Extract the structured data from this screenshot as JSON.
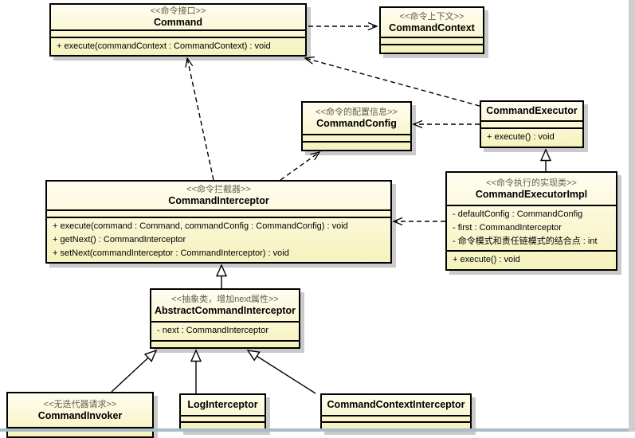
{
  "diagram": {
    "classes": {
      "command": {
        "stereotype": "<<命令接口>>",
        "name": "Command",
        "attributes": [],
        "methods": [
          "+ execute(commandContext : CommandContext) : void"
        ]
      },
      "commandContext": {
        "stereotype": "<<命令上下文>>",
        "name": "CommandContext",
        "attributes": [],
        "methods": []
      },
      "commandConfig": {
        "stereotype": "<<命令的配置信息>>",
        "name": "CommandConfig",
        "attributes": [],
        "methods": []
      },
      "commandExecutor": {
        "stereotype": "",
        "name": "CommandExecutor",
        "attributes": [],
        "methods": [
          "+ execute() : void"
        ]
      },
      "commandInterceptor": {
        "stereotype": "<<命令拦截器>>",
        "name": "CommandInterceptor",
        "attributes": [],
        "methods": [
          "+ execute(command : Command, commandConfig : CommandConfig) : void",
          "+ getNext() : CommandInterceptor",
          "+ setNext(commandInterceptor : CommandInterceptor) : void"
        ]
      },
      "commandExecutorImpl": {
        "stereotype": "<<命令执行的实现类>>",
        "name": "CommandExecutorImpl",
        "attributes": [
          "- defaultConfig : CommandConfig",
          "- first : CommandInterceptor",
          "- 命令模式和责任链模式的结合点 : int"
        ],
        "methods": [
          "+ execute() : void"
        ]
      },
      "abstractCommandInterceptor": {
        "stereotype": "<<抽象类，增加next属性>>",
        "name": "AbstractCommandInterceptor",
        "attributes": [
          "- next : CommandInterceptor"
        ],
        "methods": []
      },
      "commandInvoker": {
        "stereotype": "<<无迭代器请求>>",
        "name": "CommandInvoker",
        "attributes": [],
        "methods": []
      },
      "logInterceptor": {
        "stereotype": "",
        "name": "LogInterceptor",
        "attributes": [],
        "methods": []
      },
      "commandContextInterceptor": {
        "stereotype": "",
        "name": "CommandContextInterceptor",
        "attributes": [],
        "methods": []
      }
    },
    "relationships": [
      {
        "from": "Command",
        "to": "CommandContext",
        "type": "dependency"
      },
      {
        "from": "CommandInterceptor",
        "to": "Command",
        "type": "dependency"
      },
      {
        "from": "CommandExecutor",
        "to": "Command",
        "type": "dependency"
      },
      {
        "from": "CommandExecutor",
        "to": "CommandConfig",
        "type": "dependency"
      },
      {
        "from": "CommandInterceptor",
        "to": "CommandConfig",
        "type": "dependency"
      },
      {
        "from": "CommandExecutorImpl",
        "to": "CommandInterceptor",
        "type": "dependency"
      },
      {
        "from": "CommandExecutorImpl",
        "to": "CommandExecutor",
        "type": "generalization"
      },
      {
        "from": "AbstractCommandInterceptor",
        "to": "CommandInterceptor",
        "type": "generalization"
      },
      {
        "from": "CommandInvoker",
        "to": "AbstractCommandInterceptor",
        "type": "generalization"
      },
      {
        "from": "LogInterceptor",
        "to": "AbstractCommandInterceptor",
        "type": "generalization"
      },
      {
        "from": "CommandContextInterceptor",
        "to": "AbstractCommandInterceptor",
        "type": "generalization"
      }
    ],
    "colors": {
      "class_fill_top": "#FFFDF0",
      "class_fill_bottom": "#F6F2BD",
      "stereotype_text": "#5F5F49",
      "border": "#000000",
      "shadow": "#969696"
    }
  }
}
